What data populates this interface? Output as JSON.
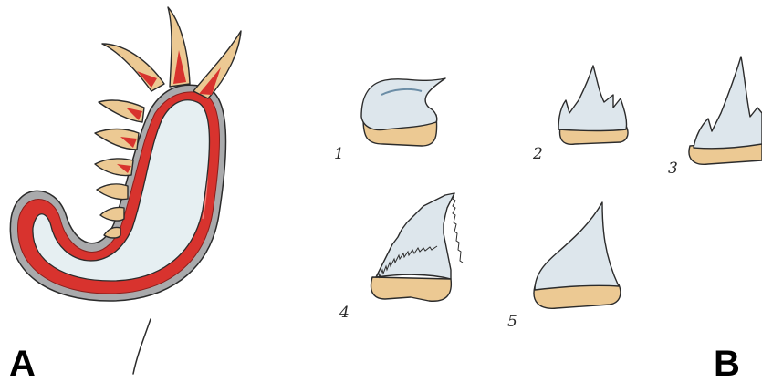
{
  "panels": {
    "A": {
      "letter": "A"
    },
    "B": {
      "letter": "B"
    }
  },
  "teeth": [
    {
      "label": "1"
    },
    {
      "label": "2"
    },
    {
      "label": "3"
    },
    {
      "label": "4"
    },
    {
      "label": "5"
    }
  ],
  "colors": {
    "jaw_red": "#d8332e",
    "jaw_grey": "#a9aaac",
    "jaw_inner": "#e6eff2",
    "enamel": "#dde6ec",
    "root": "#ecc993",
    "outline": "#2b2b2b"
  }
}
